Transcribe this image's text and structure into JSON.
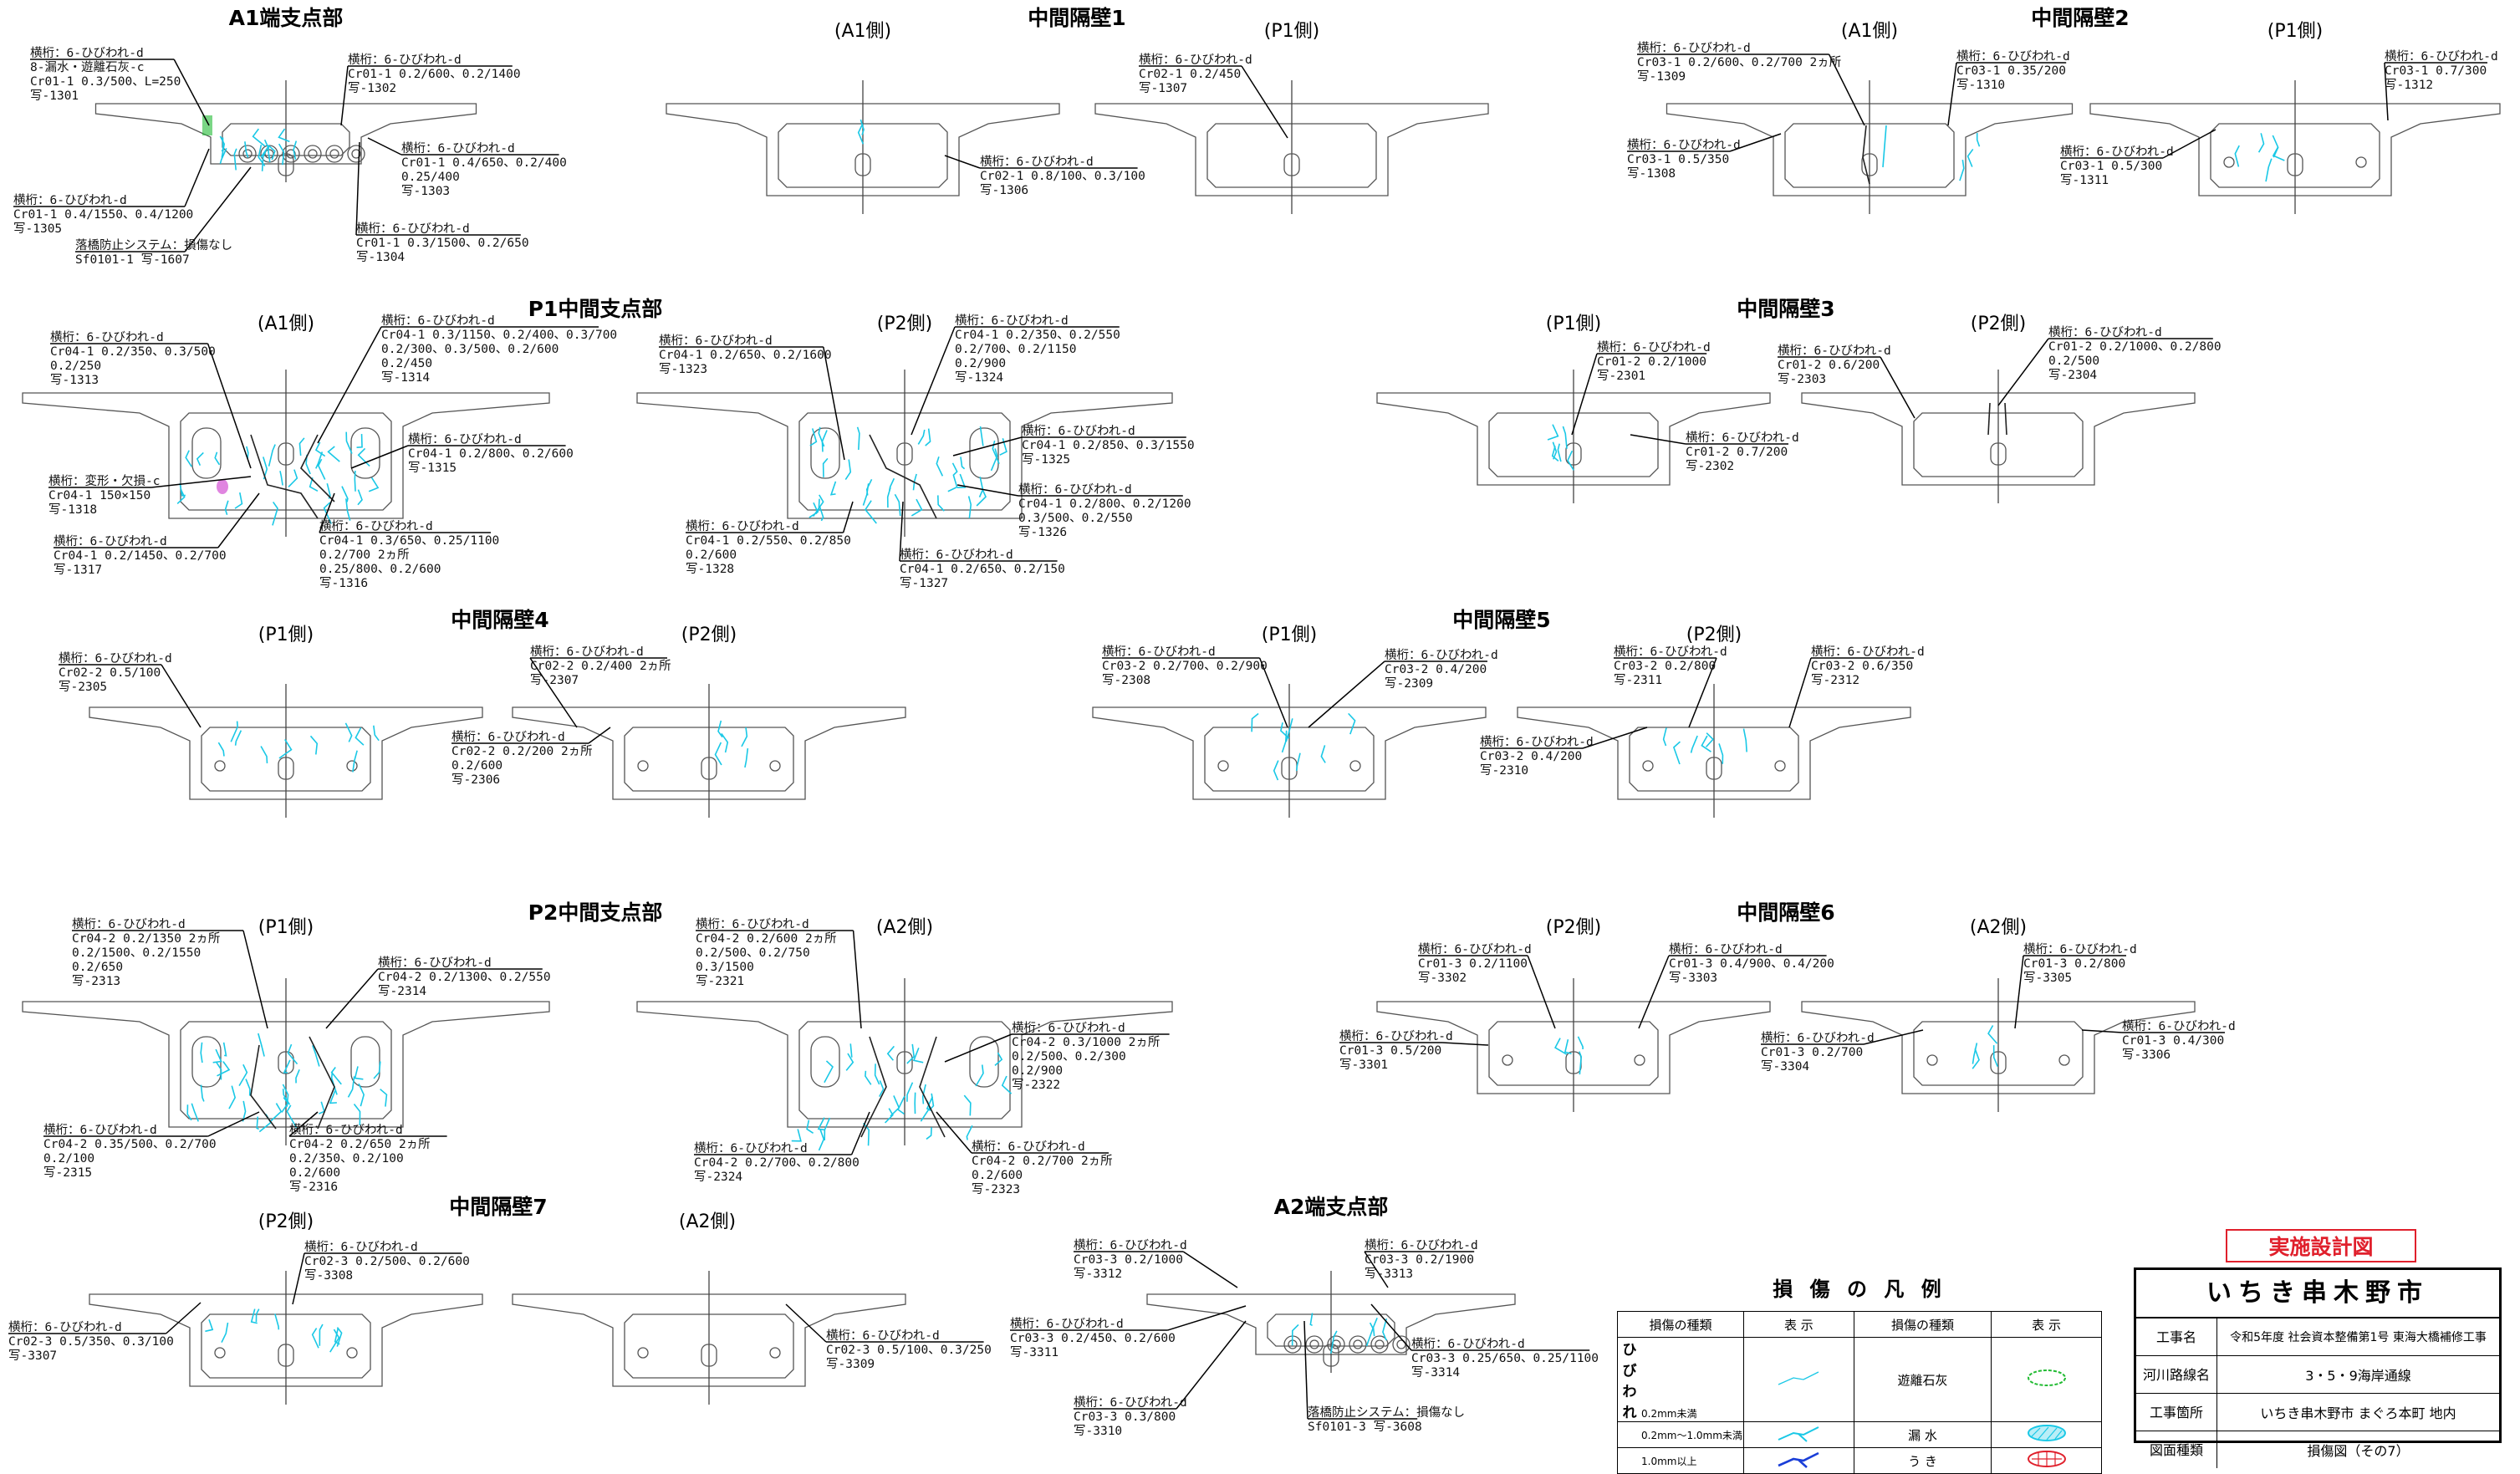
{
  "sections": [
    {
      "id": "a1",
      "title": "A1端支点部"
    },
    {
      "id": "w1",
      "title": "中間隔壁1",
      "left": "(A1側)",
      "right": "(P1側)"
    },
    {
      "id": "w2",
      "title": "中間隔壁2",
      "left": "(A1側)",
      "right": "(P1側)"
    },
    {
      "id": "p1s",
      "title": "P1中間支点部",
      "left": "(A1側)",
      "right": "(P2側)"
    },
    {
      "id": "w3",
      "title": "中間隔壁3",
      "left": "(P1側)",
      "right": "(P2側)"
    },
    {
      "id": "w4",
      "title": "中間隔壁4",
      "left": "(P1側)",
      "right": "(P2側)"
    },
    {
      "id": "w5",
      "title": "中間隔壁5",
      "left": "(P1側)",
      "right": "(P2側)"
    },
    {
      "id": "p2s",
      "title": "P2中間支点部",
      "left": "(P1側)",
      "right": "(A2側)"
    },
    {
      "id": "w6",
      "title": "中間隔壁6",
      "left": "(P2側)",
      "right": "(A2側)"
    },
    {
      "id": "w7",
      "title": "中間隔壁7",
      "left": "(P2側)",
      "right": "(A2側)"
    },
    {
      "id": "a2",
      "title": "A2端支点部"
    }
  ],
  "annotations": [
    [
      "横桁：6-ひびわれ-d",
      "8-漏水・遊離石灰-c",
      "Cr01-1  0.3/500、L=250",
      "写-1301"
    ],
    [
      "横桁：6-ひびわれ-d",
      "Cr01-1  0.2/600、0.2/1400",
      "写-1302"
    ],
    [
      "横桁：6-ひびわれ-d",
      "Cr01-1  0.4/650、0.2/400",
      "        0.25/400",
      "写-1303"
    ],
    [
      "横桁：6-ひびわれ-d",
      "Cr01-1  0.4/1550、0.4/1200",
      "写-1305"
    ],
    [
      "横桁：6-ひびわれ-d",
      "Cr01-1  0.3/1500、0.2/650",
      "写-1304"
    ],
    [
      "落橋防止システム：損傷なし",
      "Sf0101-1  写-1607"
    ],
    [
      "横桁：6-ひびわれ-d",
      "Cr02-1  0.2/450",
      "写-1307"
    ],
    [
      "横桁：6-ひびわれ-d",
      "Cr02-1  0.8/100、0.3/100",
      "写-1306"
    ],
    [
      "横桁：6-ひびわれ-d",
      "Cr03-1  0.2/600、0.2/700  2ヵ所",
      "写-1309"
    ],
    [
      "横桁：6-ひびわれ-d",
      "Cr03-1  0.35/200",
      "写-1310"
    ],
    [
      "横桁：6-ひびわれ-d",
      "Cr03-1  0.5/350",
      "写-1308"
    ],
    [
      "横桁：6-ひびわれ-d",
      "Cr03-1  0.7/300",
      "写-1312"
    ],
    [
      "横桁：6-ひびわれ-d",
      "Cr03-1  0.5/300",
      "写-1311"
    ],
    [
      "横桁：6-ひびわれ-d",
      "Cr04-1  0.2/350、0.3/500",
      "        0.2/250",
      "写-1313"
    ],
    [
      "横桁：6-ひびわれ-d",
      "Cr04-1  0.3/1150、0.2/400、0.3/700",
      "        0.2/300、0.3/500、0.2/600",
      "        0.2/450",
      "写-1314"
    ],
    [
      "横桁：6-ひびわれ-d",
      "Cr04-1  0.2/800、0.2/600",
      "写-1315"
    ],
    [
      "横桁：変形・欠損-c",
      "Cr04-1  150×150",
      "写-1318"
    ],
    [
      "横桁：6-ひびわれ-d",
      "Cr04-1  0.2/1450、0.2/700",
      "写-1317"
    ],
    [
      "横桁：6-ひびわれ-d",
      "Cr04-1  0.3/650、0.25/1100",
      "        0.2/700  2ヵ所",
      "        0.25/800、0.2/600",
      "写-1316"
    ],
    [
      "横桁：6-ひびわれ-d",
      "Cr04-1  0.2/650、0.2/1600",
      "写-1323"
    ],
    [
      "横桁：6-ひびわれ-d",
      "Cr04-1  0.2/350、0.2/550",
      "        0.2/700、0.2/1150",
      "        0.2/900",
      "写-1324"
    ],
    [
      "横桁：6-ひびわれ-d",
      "Cr04-1  0.2/850、0.3/1550",
      "写-1325"
    ],
    [
      "横桁：6-ひびわれ-d",
      "Cr04-1  0.2/800、0.2/1200",
      "        0.3/500、0.2/550",
      "写-1326"
    ],
    [
      "横桁：6-ひびわれ-d",
      "Cr04-1  0.2/550、0.2/850",
      "        0.2/600",
      "写-1328"
    ],
    [
      "横桁：6-ひびわれ-d",
      "Cr04-1  0.2/650、0.2/150",
      "写-1327"
    ],
    [
      "横桁：6-ひびわれ-d",
      "Cr01-2  0.2/1000",
      "写-2301"
    ],
    [
      "横桁：6-ひびわれ-d",
      "Cr01-2  0.7/200",
      "写-2302"
    ],
    [
      "横桁：6-ひびわれ-d",
      "Cr01-2  0.6/200",
      "写-2303"
    ],
    [
      "横桁：6-ひびわれ-d",
      "Cr01-2  0.2/1000、0.2/800",
      "        0.2/500",
      "写-2304"
    ],
    [
      "横桁：6-ひびわれ-d",
      "Cr02-2  0.5/100",
      "写-2305"
    ],
    [
      "横桁：6-ひびわれ-d",
      "Cr02-2  0.2/400  2ヵ所",
      "写-2307"
    ],
    [
      "横桁：6-ひびわれ-d",
      "Cr02-2  0.2/200  2ヵ所",
      "        0.2/600",
      "写-2306"
    ],
    [
      "横桁：6-ひびわれ-d",
      "Cr03-2  0.2/700、0.2/900",
      "写-2308"
    ],
    [
      "横桁：6-ひびわれ-d",
      "Cr03-2  0.4/200",
      "写-2309"
    ],
    [
      "横桁：6-ひびわれ-d",
      "Cr03-2  0.2/800",
      "写-2311"
    ],
    [
      "横桁：6-ひびわれ-d",
      "Cr03-2  0.6/350",
      "写-2312"
    ],
    [
      "横桁：6-ひびわれ-d",
      "Cr03-2  0.4/200",
      "写-2310"
    ],
    [
      "横桁：6-ひびわれ-d",
      "Cr04-2  0.2/1350  2ヵ所",
      "        0.2/1500、0.2/1550",
      "        0.2/650",
      "写-2313"
    ],
    [
      "横桁：6-ひびわれ-d",
      "Cr04-2  0.2/1300、0.2/550",
      "写-2314"
    ],
    [
      "横桁：6-ひびわれ-d",
      "Cr04-2  0.35/500、0.2/700",
      "        0.2/100",
      "写-2315"
    ],
    [
      "横桁：6-ひびわれ-d",
      "Cr04-2  0.2/650  2ヵ所",
      "        0.2/350、0.2/100",
      "        0.2/600",
      "写-2316"
    ],
    [
      "横桁：6-ひびわれ-d",
      "Cr04-2  0.2/600  2ヵ所",
      "        0.2/500、0.2/750",
      "        0.3/1500",
      "写-2321"
    ],
    [
      "横桁：6-ひびわれ-d",
      "Cr04-2  0.3/1000  2ヵ所",
      "        0.2/500、0.2/300",
      "        0.2/900",
      "写-2322"
    ],
    [
      "横桁：6-ひびわれ-d",
      "Cr04-2  0.2/700、0.2/800",
      "写-2324"
    ],
    [
      "横桁：6-ひびわれ-d",
      "Cr04-2  0.2/700  2ヵ所",
      "        0.2/600",
      "写-2323"
    ],
    [
      "横桁：6-ひびわれ-d",
      "Cr01-3  0.2/1100",
      "写-3302"
    ],
    [
      "横桁：6-ひびわれ-d",
      "Cr01-3  0.4/900、0.4/200",
      "写-3303"
    ],
    [
      "横桁：6-ひびわれ-d",
      "Cr01-3  0.5/200",
      "写-3301"
    ],
    [
      "横桁：6-ひびわれ-d",
      "Cr01-3  0.2/800",
      "写-3305"
    ],
    [
      "横桁：6-ひびわれ-d",
      "Cr01-3  0.2/700",
      "写-3304"
    ],
    [
      "横桁：6-ひびわれ-d",
      "Cr01-3  0.4/300",
      "写-3306"
    ],
    [
      "横桁：6-ひびわれ-d",
      "Cr02-3  0.2/500、0.2/600",
      "写-3308"
    ],
    [
      "横桁：6-ひびわれ-d",
      "Cr02-3  0.5/350、0.3/100",
      "写-3307"
    ],
    [
      "横桁：6-ひびわれ-d",
      "Cr02-3  0.5/100、0.3/250",
      "写-3309"
    ],
    [
      "横桁：6-ひびわれ-d",
      "Cr03-3  0.2/1000",
      "写-3312"
    ],
    [
      "横桁：6-ひびわれ-d",
      "Cr03-3  0.2/1900",
      "写-3313"
    ],
    [
      "横桁：6-ひびわれ-d",
      "Cr03-3  0.2/450、0.2/600",
      "写-3311"
    ],
    [
      "横桁：6-ひびわれ-d",
      "Cr03-3  0.25/650、0.25/1100",
      "写-3314"
    ],
    [
      "横桁：6-ひびわれ-d",
      "Cr03-3  0.3/800",
      "写-3310"
    ],
    [
      "落橋防止システム：損傷なし",
      "Sf0101-3  写-3608"
    ]
  ],
  "legend": {
    "title": "損 傷 の 凡 例",
    "headers": [
      "損傷の種類",
      "表  示",
      "損傷の種類",
      "表  示"
    ],
    "crack_group": "ひびわれ",
    "rows": [
      {
        "kind": "0.2mm未満",
        "kind2": "遊離石灰",
        "color2": "#22bb33"
      },
      {
        "kind": "0.2mm～1.0mm未満",
        "kind2": "漏  水",
        "color2": "#19c8e6"
      },
      {
        "kind": "1.0mm以上",
        "kind2": "う  き",
        "color2": "#e0202c"
      }
    ],
    "crack_color": "#19c8e6"
  },
  "stamp": "実施設計図",
  "title_block": {
    "city": "いちき串木野市",
    "rows": [
      {
        "k": "工事名",
        "v": "令和5年度 社会資本整備第1号 東海大橋補修工事"
      },
      {
        "k": "河川路線名",
        "v": "3・5・9海岸通線"
      },
      {
        "k": "工事箇所",
        "v": "いちき串木野市 まぐろ本町 地内"
      },
      {
        "k": "図面種類",
        "v": "損傷図（その7）"
      }
    ]
  },
  "colors": {
    "crack": "#19c8e6",
    "lime": "#22bb33",
    "stamp": "#e0202c"
  }
}
